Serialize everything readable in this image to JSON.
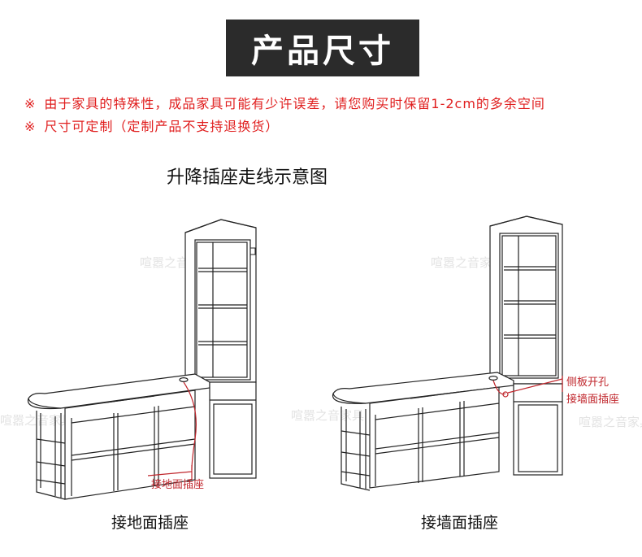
{
  "header": {
    "title": "产品尺寸"
  },
  "notes": [
    {
      "mark": "※",
      "text": "由于家具的特殊性，成品家具可能有少许误差，请您购买时保留1-2cm的多余空间"
    },
    {
      "mark": "※",
      "text": "尺寸可定制（定制产品不支持退换货）"
    }
  ],
  "diagram": {
    "title": "升降插座走线示意图",
    "left": {
      "caption": "接地面插座",
      "callout": "接地面插座"
    },
    "right": {
      "caption": "接墙面插座",
      "callout_line1": "侧板开孔",
      "callout_line2": "接墙面插座"
    },
    "watermark": "喧嚣之音家具"
  },
  "colors": {
    "title_bg": "#2b2b2b",
    "note_text": "#e01e1e",
    "callout": "#c0272d",
    "line": "#222222"
  }
}
